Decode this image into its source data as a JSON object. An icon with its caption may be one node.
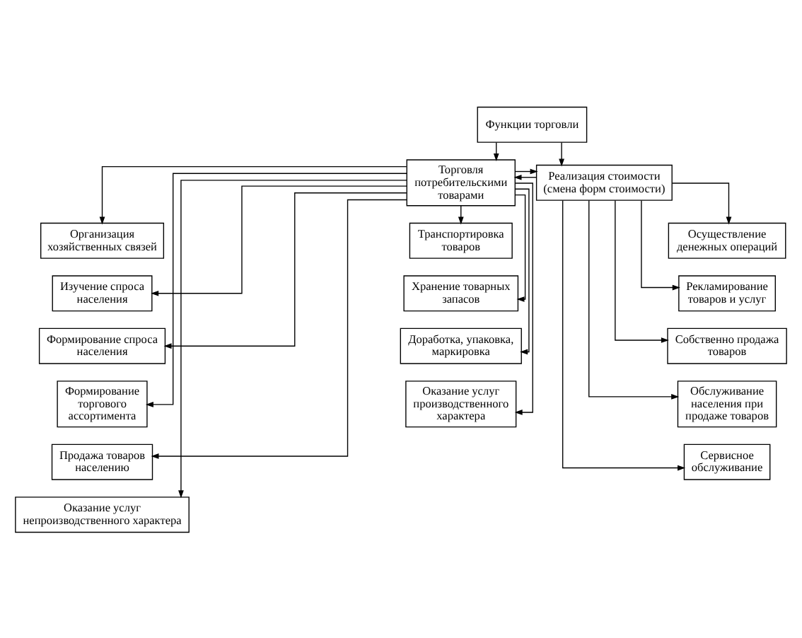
{
  "diagram": {
    "nodes": [
      {
        "text": [
          "Функции торговли"
        ]
      },
      {
        "text": [
          "Торговля потребительскими товарами"
        ]
      },
      {
        "text": [
          "Реализация стоимости (смена форм стоимости)"
        ]
      },
      {
        "text": [
          "Организация хозяйственных связей"
        ]
      },
      {
        "text": [
          "Изучение спроса населения"
        ]
      },
      {
        "text": [
          "Формирование спроса населения"
        ]
      },
      {
        "text": [
          "Формирование торгового ассортимента"
        ]
      },
      {
        "text": [
          "Продажа товаров населению"
        ]
      },
      {
        "text": [
          "Оказание услуг непроизводственного характера"
        ]
      },
      {
        "text": [
          "Транспортировка товаров"
        ]
      },
      {
        "text": [
          "Хранение товарных запасов"
        ]
      },
      {
        "text": [
          "Доработка, упаковка, маркировка"
        ]
      },
      {
        "text": [
          "Оказание услуг производственного характера"
        ]
      },
      {
        "text": [
          "Осуществление денежных операций"
        ]
      },
      {
        "text": [
          "Рекламирование товаров и услуг"
        ]
      },
      {
        "text": [
          "Собственно продажа товаров"
        ]
      },
      {
        "text": [
          "Обслуживание населения при продаже товаров"
        ]
      },
      {
        "text": [
          "Сервисное обслуживание"
        ]
      }
    ],
    "edges": [
      {
        "from": 0,
        "to": 1,
        "arrow": "to"
      },
      {
        "from": 0,
        "to": 2,
        "arrow": "to"
      },
      {
        "from": 1,
        "to": 2,
        "arrow": "to"
      },
      {
        "from": 2,
        "to": 1,
        "arrow": "to"
      },
      {
        "from": 1,
        "to": 3,
        "arrow": "to"
      },
      {
        "from": 1,
        "to": 4,
        "arrow": "to"
      },
      {
        "from": 1,
        "to": 5,
        "arrow": "to"
      },
      {
        "from": 1,
        "to": 6,
        "arrow": "to"
      },
      {
        "from": 1,
        "to": 7,
        "arrow": "to"
      },
      {
        "from": 1,
        "to": 8,
        "arrow": "to"
      },
      {
        "from": 1,
        "to": 9,
        "arrow": "to"
      },
      {
        "from": 1,
        "to": 10,
        "arrow": "to"
      },
      {
        "from": 1,
        "to": 11,
        "arrow": "to"
      },
      {
        "from": 1,
        "to": 12,
        "arrow": "to"
      },
      {
        "from": 2,
        "to": 13,
        "arrow": "to"
      },
      {
        "from": 2,
        "to": 14,
        "arrow": "to"
      },
      {
        "from": 2,
        "to": 15,
        "arrow": "to"
      },
      {
        "from": 2,
        "to": 16,
        "arrow": "to"
      },
      {
        "from": 2,
        "to": 17,
        "arrow": "to"
      }
    ]
  }
}
